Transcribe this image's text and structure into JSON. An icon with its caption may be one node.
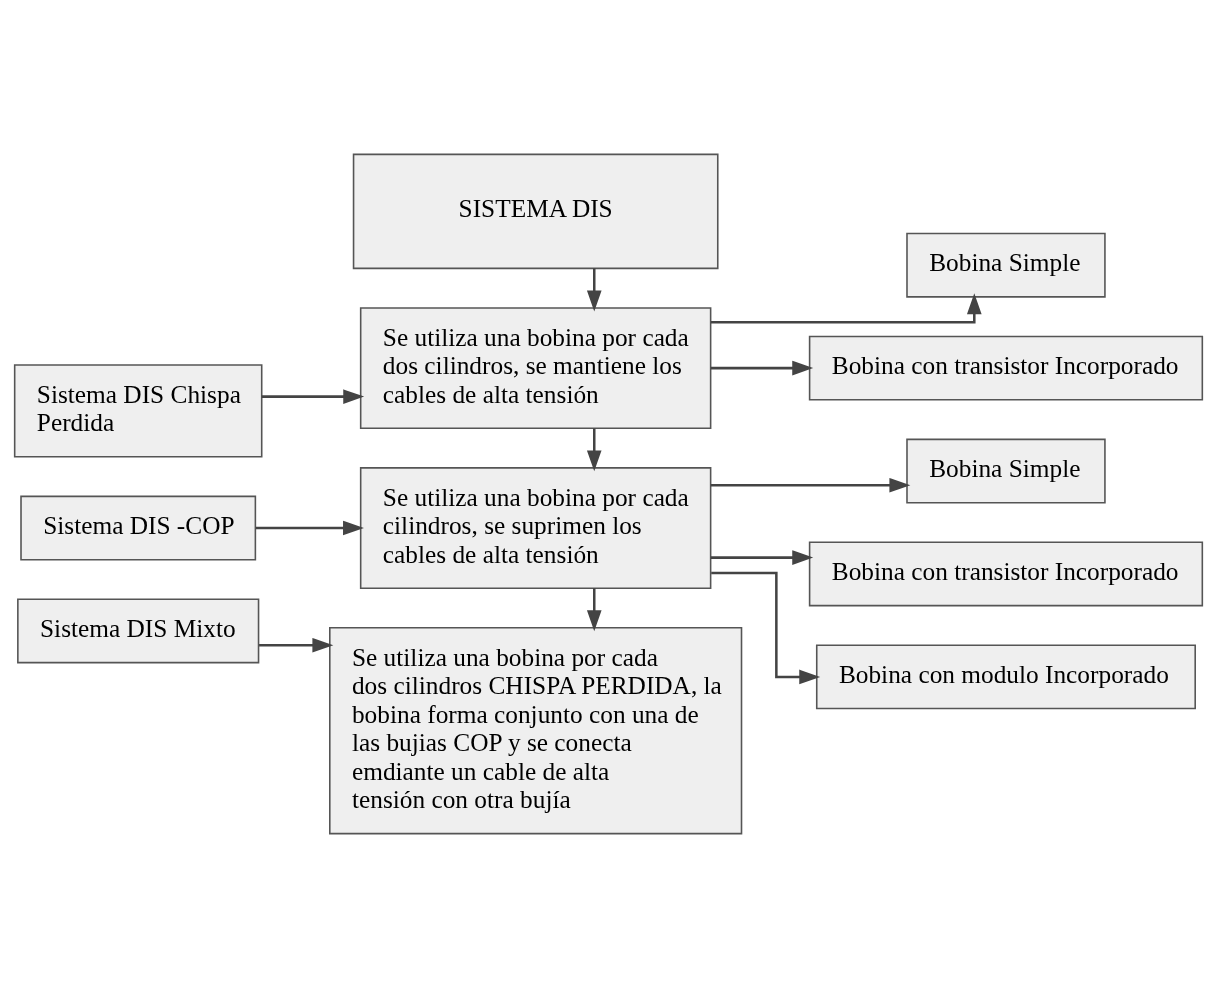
{
  "diagram": {
    "nodes": [
      {
        "text": [
          "SISTEMA DIS"
        ]
      },
      {
        "text": [
          "Sistema DIS Chispa Perdida"
        ]
      },
      {
        "text": [
          "Se utiliza una bobina por cada dos cilindros, se mantiene los cables de alta tensión"
        ]
      },
      {
        "text": [
          "Bobina Simple"
        ]
      },
      {
        "text": [
          "Bobina con transistor Incorporado"
        ]
      },
      {
        "text": [
          "Sistema DIS -COP"
        ]
      },
      {
        "text": [
          "Se utiliza una bobina por cada cilindros, se suprimen los cables de alta tensión"
        ]
      },
      {
        "text": [
          "Bobina Simple"
        ]
      },
      {
        "text": [
          "Bobina con transistor Incorporado"
        ]
      },
      {
        "text": [
          "Bobina con modulo Incorporado"
        ]
      },
      {
        "text": [
          "Sistema DIS Mixto"
        ]
      },
      {
        "text": [
          "Se utiliza una bobina por cada dos cilindros CHISPA PERDIDA, la bobina forma conjunto con una de las bujias COP y se conecta emdiante un cable de alta tensión con otra bujía"
        ]
      }
    ],
    "edges": [
      {
        "from": 0,
        "to": 2,
        "arrow": "to"
      },
      {
        "from": 1,
        "to": 2,
        "arrow": "to"
      },
      {
        "from": 2,
        "to": 3,
        "arrow": "to"
      },
      {
        "from": 2,
        "to": 4,
        "arrow": "to"
      },
      {
        "from": 2,
        "to": 6,
        "arrow": "to"
      },
      {
        "from": 5,
        "to": 6,
        "arrow": "to"
      },
      {
        "from": 6,
        "to": 7,
        "arrow": "to"
      },
      {
        "from": 6,
        "to": 8,
        "arrow": "to"
      },
      {
        "from": 6,
        "to": 9,
        "arrow": "to"
      },
      {
        "from": 6,
        "to": 11,
        "arrow": "to"
      },
      {
        "from": 10,
        "to": 11,
        "arrow": "to"
      }
    ]
  }
}
